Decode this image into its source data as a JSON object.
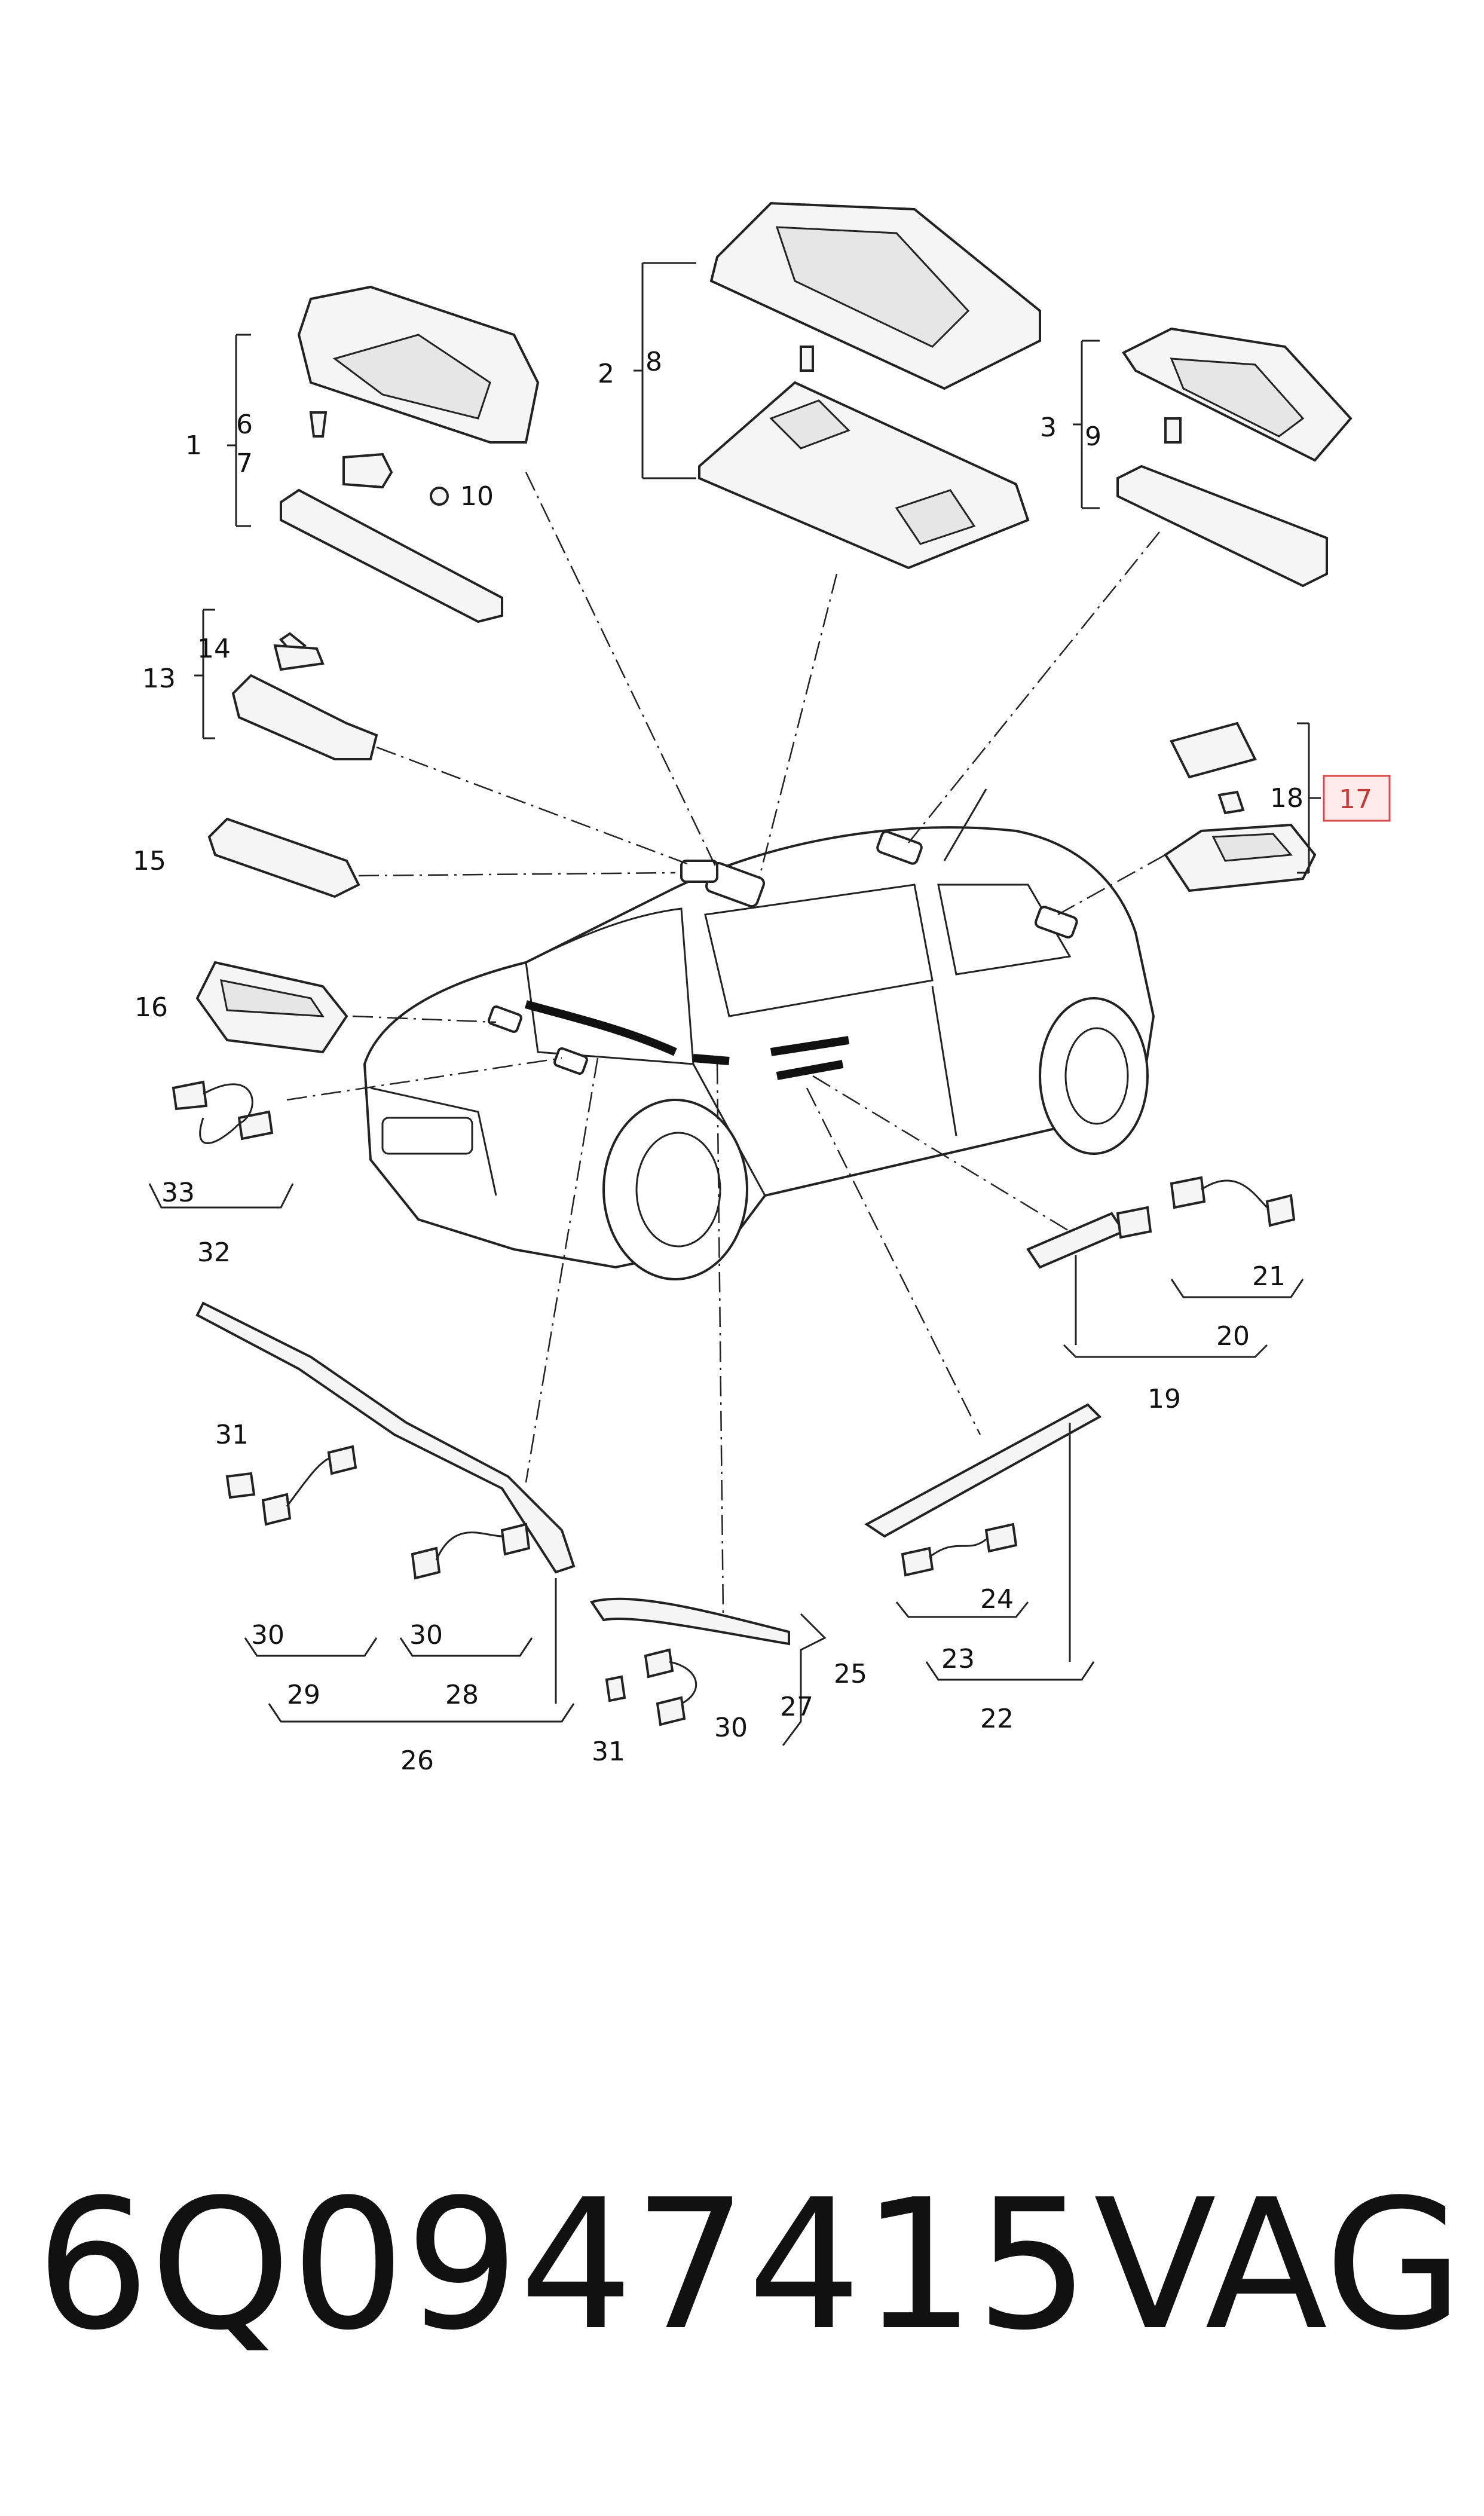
{
  "callouts": {
    "c1": "1",
    "c2": "2",
    "c3": "3",
    "c6": "6",
    "c7": "7",
    "c8": "8",
    "c9": "9",
    "c10": "10",
    "c13": "13",
    "c14": "14",
    "c15": "15",
    "c16": "16",
    "c17": "17",
    "c18": "18",
    "c19": "19",
    "c20": "20",
    "c21": "21",
    "c22": "22",
    "c23": "23",
    "c24": "24",
    "c25": "25",
    "c26": "26",
    "c27": "27",
    "c28": "28",
    "c29": "29",
    "c30a": "30",
    "c30b": "30",
    "c30c": "30",
    "c31a": "31",
    "c31b": "31",
    "c32": "32",
    "c33": "33"
  },
  "highlight": {
    "callout": "17",
    "color": "#d94a4a"
  },
  "footer": {
    "part_number": "6Q0947415",
    "brand": "VAG"
  }
}
